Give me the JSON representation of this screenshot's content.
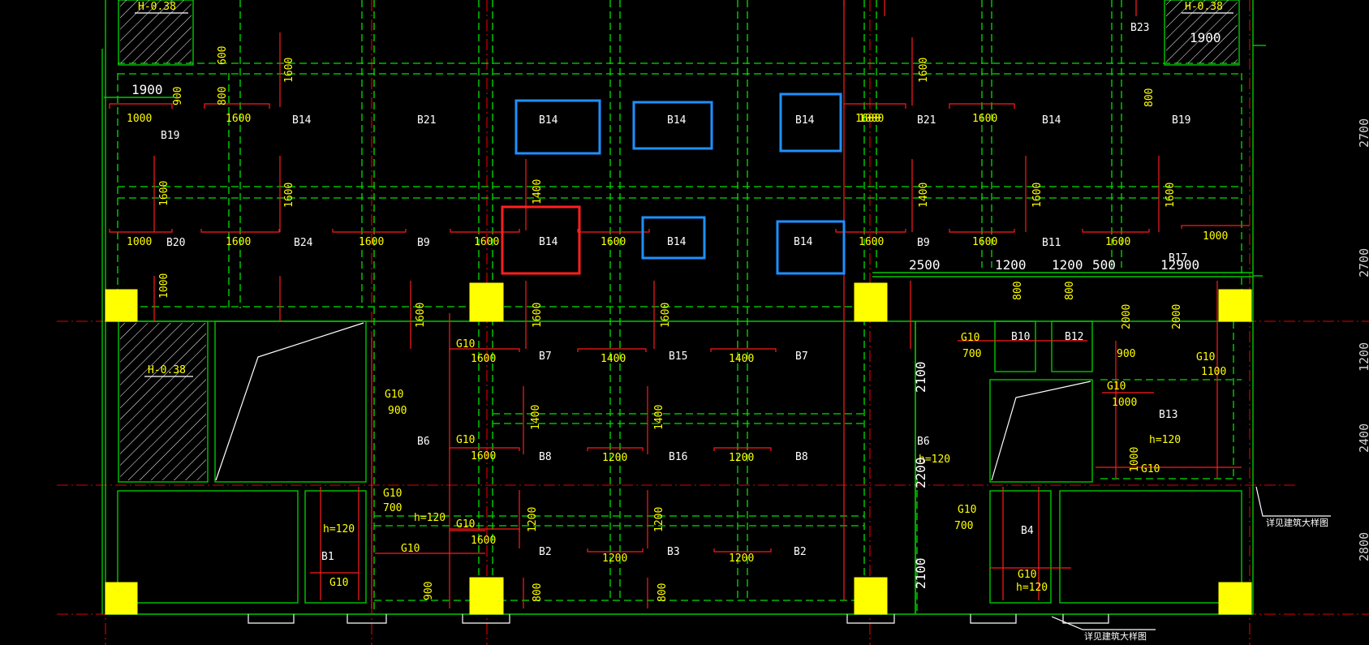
{
  "colors": {
    "background": "#000000",
    "wall": "#00c800",
    "beam": "#00e000",
    "rebar": "#ff1a1a",
    "label": "#ffff00",
    "column": "#ffff00",
    "highlight_blue": "#1e90ff",
    "highlight_red": "#ff2020"
  },
  "elevation": "H-0.38",
  "slab_labels": [
    "B14",
    "B21",
    "B14",
    "B14",
    "B14",
    "B21",
    "B14",
    "B19",
    "B19",
    "B20",
    "B24",
    "B9",
    "B14",
    "B14",
    "B14",
    "B9",
    "B11",
    "B17",
    "B7",
    "B15",
    "B7",
    "B10",
    "B12",
    "B6",
    "B6",
    "B13",
    "B8",
    "B16",
    "B8",
    "B1",
    "B2",
    "B3",
    "B2",
    "B4"
  ],
  "rebar_lengths": [
    "1000",
    "1600",
    "1600",
    "1600",
    "1600",
    "1600",
    "1600",
    "1000",
    "1000",
    "1600",
    "1600",
    "1600",
    "1600",
    "1600",
    "1600",
    "1600",
    "1000",
    "1600",
    "1400",
    "1400",
    "1600",
    "1200",
    "1200",
    "1600",
    "1200",
    "1200",
    "600",
    "800",
    "900",
    "1600",
    "1400",
    "1600",
    "1600",
    "1400",
    "1600",
    "1600",
    "1000",
    "1600",
    "1400",
    "1400",
    "1200",
    "1200",
    "800",
    "800",
    "800",
    "700",
    "900",
    "700",
    "900",
    "900",
    "1100",
    "1000",
    "1000",
    "700",
    "800",
    "800",
    "2000",
    "2000"
  ],
  "g10": "G10",
  "h120": "h=120",
  "dims_top": [
    "1900",
    "1900",
    "2500",
    "1200",
    "1200",
    "500",
    "12900"
  ],
  "dims_vert": [
    "2100",
    "2200",
    "2100"
  ],
  "dims_right": [
    "2700",
    "2700",
    "1200",
    "2400",
    "2800"
  ],
  "b23": "B23",
  "note1": "详见建筑大样图",
  "note2": "详见建筑大样图"
}
